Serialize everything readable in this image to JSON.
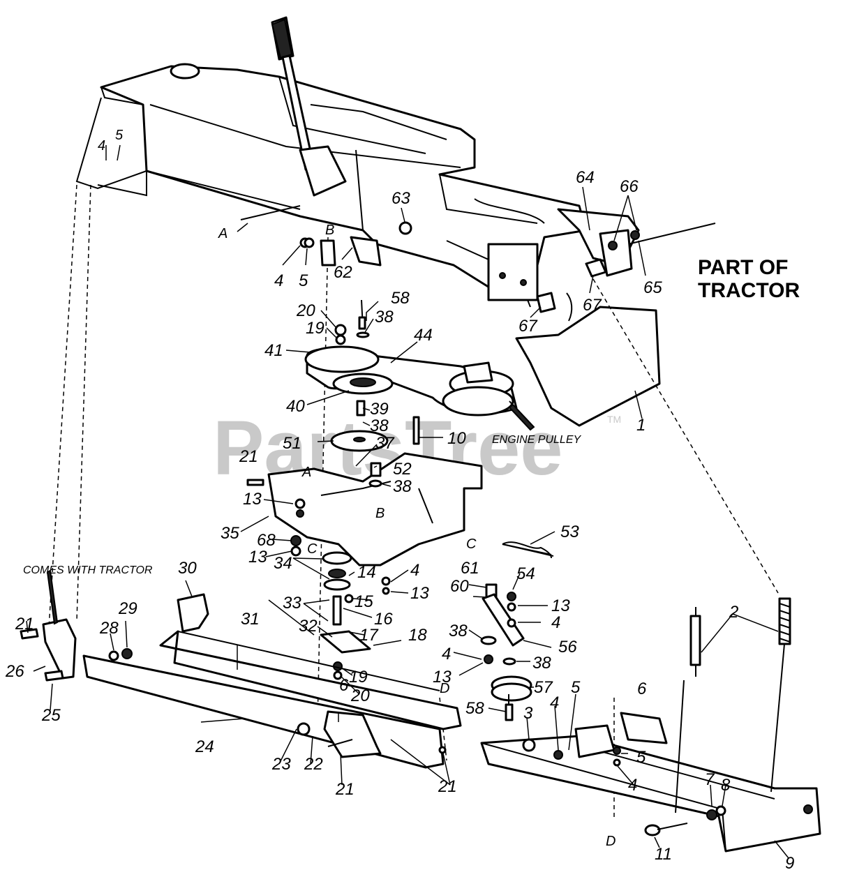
{
  "watermark": {
    "text": "PartsTree",
    "trademark": "TM"
  },
  "headings": {
    "part_of_tractor_line1": "PART OF",
    "part_of_tractor_line2": "TRACTOR"
  },
  "notes": {
    "engine_pulley": "ENGINE PULLEY",
    "comes_with_tractor": "COMES WITH TRACTOR"
  },
  "letters": {
    "A1": "A",
    "B1": "B",
    "A2": "A",
    "B2": "B",
    "C1": "C",
    "C2": "C",
    "D1": "D",
    "D2": "D"
  },
  "callouts": {
    "c1": "1",
    "c2": "2",
    "c3": "3",
    "c4a": "4",
    "c4b": "4",
    "c4c": "4",
    "c4d": "4",
    "c4e": "4",
    "c4f": "4",
    "c4g": "4",
    "c5a": "5",
    "c5b": "5",
    "c5c": "5",
    "c5d": "5",
    "c6a": "6",
    "c6b": "6",
    "c7": "7",
    "c8": "8",
    "c9": "9",
    "c10": "10",
    "c11": "11",
    "c13a": "13",
    "c13b": "13",
    "c13c": "13",
    "c13d": "13",
    "c13e": "13",
    "c14": "14",
    "c15": "15",
    "c16": "16",
    "c17": "17",
    "c18": "18",
    "c19a": "19",
    "c19b": "19",
    "c20a": "20",
    "c20b": "20",
    "c21a": "21",
    "c21b": "21",
    "c21c": "21",
    "c21d": "21",
    "c22": "22",
    "c23": "23",
    "c24": "24",
    "c25": "25",
    "c26": "26",
    "c28": "28",
    "c29": "29",
    "c30": "30",
    "c31": "31",
    "c32": "32",
    "c33": "33",
    "c34": "34",
    "c35": "35",
    "c37": "37",
    "c38a": "38",
    "c38b": "38",
    "c38c": "38",
    "c38d": "38",
    "c38e": "38",
    "c39": "39",
    "c40": "40",
    "c41": "41",
    "c44": "44",
    "c51": "51",
    "c52": "52",
    "c53": "53",
    "c54": "54",
    "c56": "56",
    "c57": "57",
    "c58a": "58",
    "c58b": "58",
    "c60": "60",
    "c61": "61",
    "c62": "62",
    "c63": "63",
    "c64": "64",
    "c65": "65",
    "c66": "66",
    "c67a": "67",
    "c67b": "67",
    "c68": "68"
  }
}
